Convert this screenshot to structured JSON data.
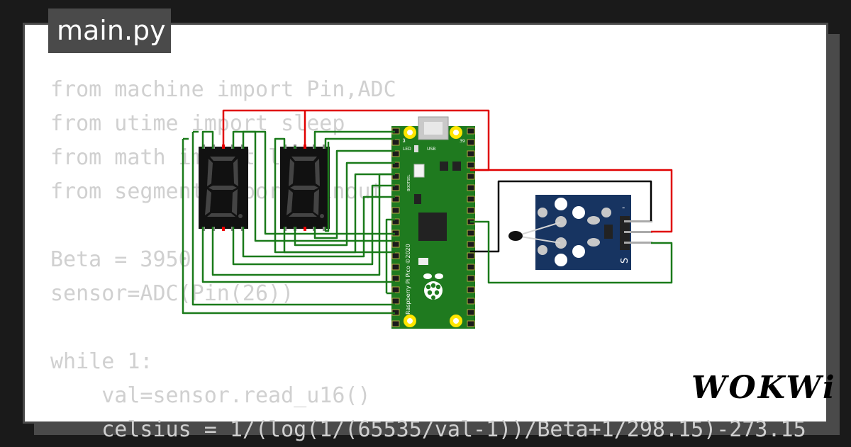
{
  "window": {
    "tab_title": "main.py"
  },
  "editor": {
    "lines": [
      "from machine import Pin,ADC",
      "from utime import sleep",
      "from math import log",
      "from segment import pinout",
      "",
      "Beta = 3950",
      "sensor=ADC(Pin(26))",
      "",
      "while 1:",
      "    val=sensor.read_u16()",
      "    celsius = 1/(log(1/(65535/val-1))/Beta+1/298.15)-273.15"
    ]
  },
  "circuit": {
    "board": {
      "model_label": "Raspberry Pi Pico ©2020",
      "led_label": "LED",
      "usb_label": "USB",
      "bootsel_label": "BOOTSEL",
      "pin1_label": "1",
      "pin2_label": "2",
      "pin39_label": "39"
    },
    "sensor_module": {
      "pin_minus_label": "-",
      "pin_signal_label": "S"
    },
    "wire_colors": {
      "power": "#e00000",
      "ground": "#000000",
      "signal": "#1a7a1a"
    }
  },
  "brand": {
    "logo_text": "WOKWi"
  }
}
